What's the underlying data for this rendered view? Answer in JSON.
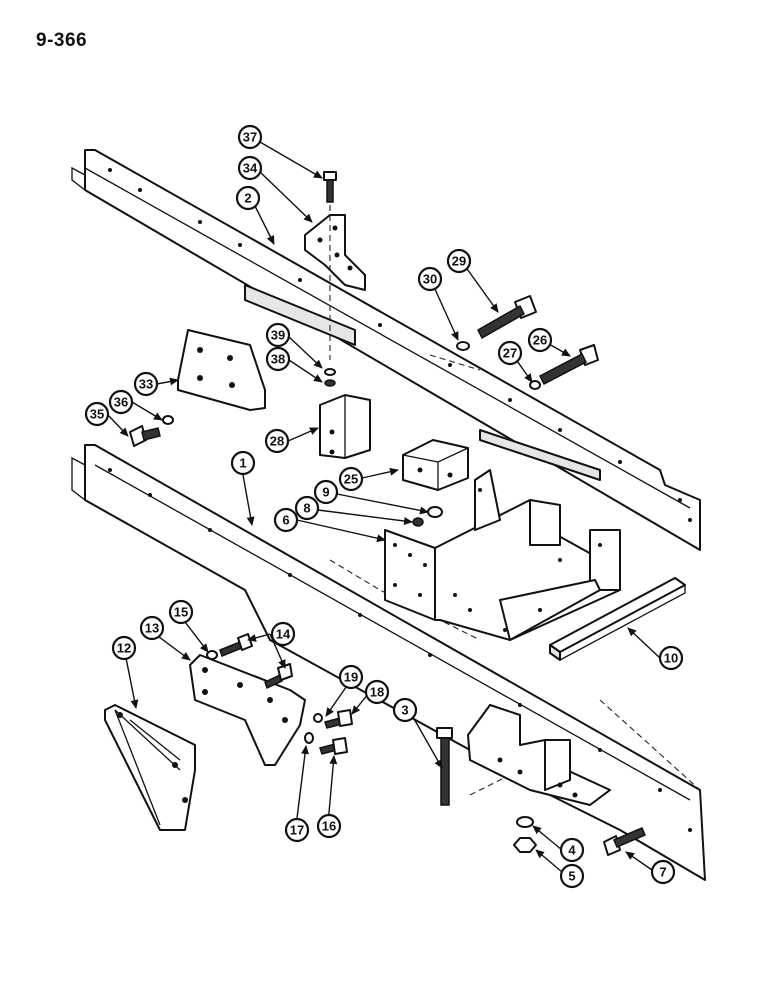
{
  "page_number": "9-366",
  "callouts": [
    {
      "label": "37"
    },
    {
      "label": "34"
    },
    {
      "label": "2"
    },
    {
      "label": "29"
    },
    {
      "label": "30"
    },
    {
      "label": "26"
    },
    {
      "label": "27"
    },
    {
      "label": "39"
    },
    {
      "label": "38"
    },
    {
      "label": "33"
    },
    {
      "label": "36"
    },
    {
      "label": "35"
    },
    {
      "label": "28"
    },
    {
      "label": "1"
    },
    {
      "label": "25"
    },
    {
      "label": "9"
    },
    {
      "label": "8"
    },
    {
      "label": "6"
    },
    {
      "label": "10"
    },
    {
      "label": "15"
    },
    {
      "label": "13"
    },
    {
      "label": "14"
    },
    {
      "label": "12"
    },
    {
      "label": "19"
    },
    {
      "label": "18"
    },
    {
      "label": "3"
    },
    {
      "label": "17"
    },
    {
      "label": "16"
    },
    {
      "label": "4"
    },
    {
      "label": "5"
    },
    {
      "label": "7"
    }
  ]
}
